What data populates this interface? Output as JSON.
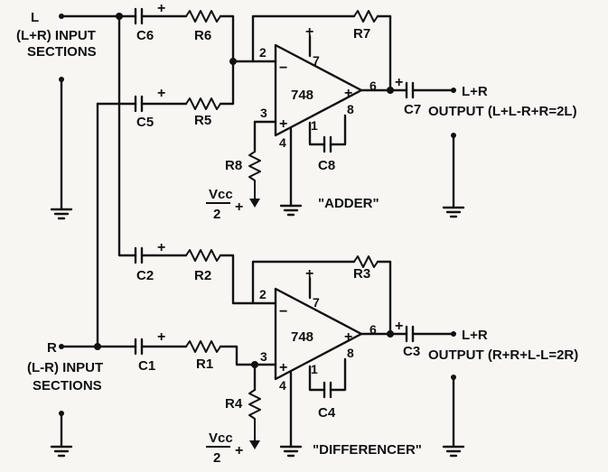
{
  "top": {
    "input_node": "L",
    "input_label_1": "(L+R) INPUT",
    "input_label_2": "SECTIONS",
    "c6": "C6",
    "r6": "R6",
    "c5": "C5",
    "r5": "R5",
    "r7": "R7",
    "r8": "R8",
    "c8": "C8",
    "c7": "C7",
    "opamp": "748",
    "pin2": "2",
    "pin3": "3",
    "pin4": "4",
    "pin6": "6",
    "pin7": "7",
    "pin8": "8",
    "pin1": "1",
    "vcc": "Vcc",
    "vcc_den": "2",
    "caption": "\"ADDER\"",
    "out_node": "L+R",
    "output": "OUTPUT (L+L-R+R=2L)"
  },
  "bottom": {
    "input_node": "R",
    "input_label_1": "(L-R) INPUT",
    "input_label_2": "SECTIONS",
    "c2": "C2",
    "r2": "R2",
    "c1": "C1",
    "r1": "R1",
    "r3": "R3",
    "r4": "R4",
    "c4": "C4",
    "c3": "C3",
    "opamp": "748",
    "pin2": "2",
    "pin3": "3",
    "pin4": "4",
    "pin6": "6",
    "pin7": "7",
    "pin8": "8",
    "pin1": "1",
    "vcc": "Vcc",
    "vcc_den": "2",
    "caption": "\"DIFFERENCER\"",
    "out_node": "L+R",
    "output": "OUTPUT (R+R+L-L=2R)"
  },
  "symbols": {
    "plus": "+",
    "minus": "−"
  }
}
